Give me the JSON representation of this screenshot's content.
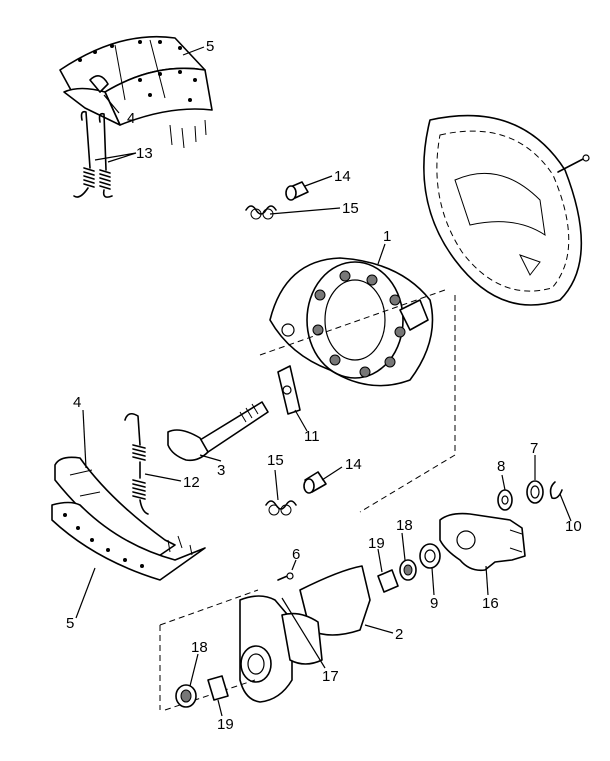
{
  "callouts": {
    "c5a": "5",
    "c4a": "4",
    "c13": "13",
    "c14a": "14",
    "c15a": "15",
    "c1": "1",
    "c11": "11",
    "c4b": "4",
    "c3": "3",
    "c12": "12",
    "c15b": "15",
    "c14b": "14",
    "c8": "8",
    "c7": "7",
    "c10": "10",
    "c18a": "18",
    "c19a": "19",
    "c6": "6",
    "c9": "9",
    "c16": "16",
    "c2": "2",
    "c5b": "5",
    "c17": "17",
    "c18b": "18",
    "c19b": "19"
  }
}
